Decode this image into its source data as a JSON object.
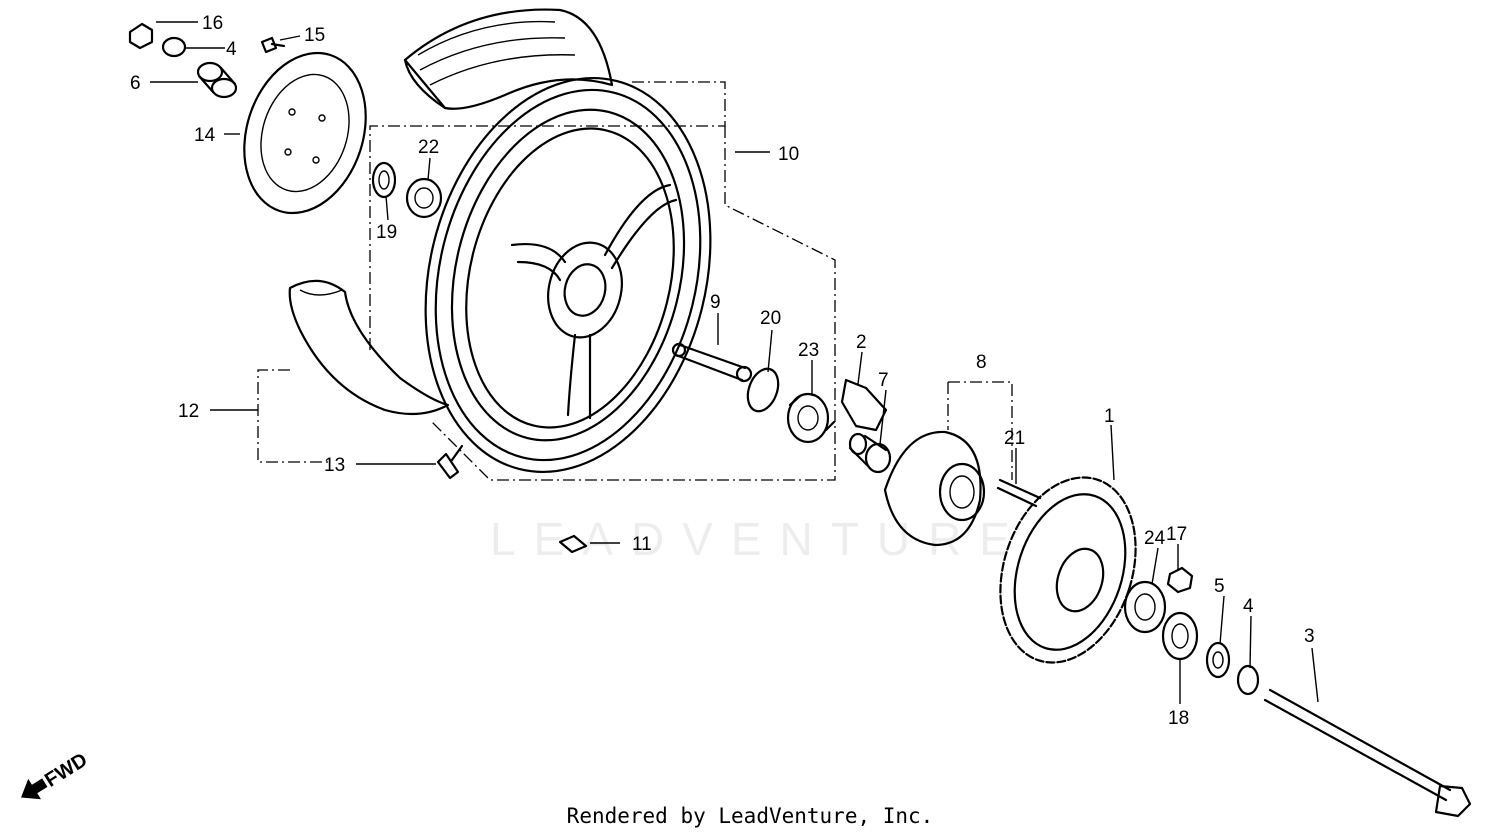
{
  "diagram": {
    "callouts": [
      {
        "num": "16"
      },
      {
        "num": "4"
      },
      {
        "num": "15"
      },
      {
        "num": "6"
      },
      {
        "num": "14"
      },
      {
        "num": "22"
      },
      {
        "num": "19"
      },
      {
        "num": "10"
      },
      {
        "num": "9"
      },
      {
        "num": "20"
      },
      {
        "num": "23"
      },
      {
        "num": "2"
      },
      {
        "num": "7"
      },
      {
        "num": "8"
      },
      {
        "num": "21"
      },
      {
        "num": "1"
      },
      {
        "num": "12"
      },
      {
        "num": "13"
      },
      {
        "num": "11"
      },
      {
        "num": "17"
      },
      {
        "num": "24"
      },
      {
        "num": "5"
      },
      {
        "num": "4"
      },
      {
        "num": "3"
      },
      {
        "num": "18"
      }
    ],
    "fwd_label": "FWD",
    "watermark": "LEADVENTURE",
    "footer": "Rendered by LeadVenture, Inc."
  }
}
